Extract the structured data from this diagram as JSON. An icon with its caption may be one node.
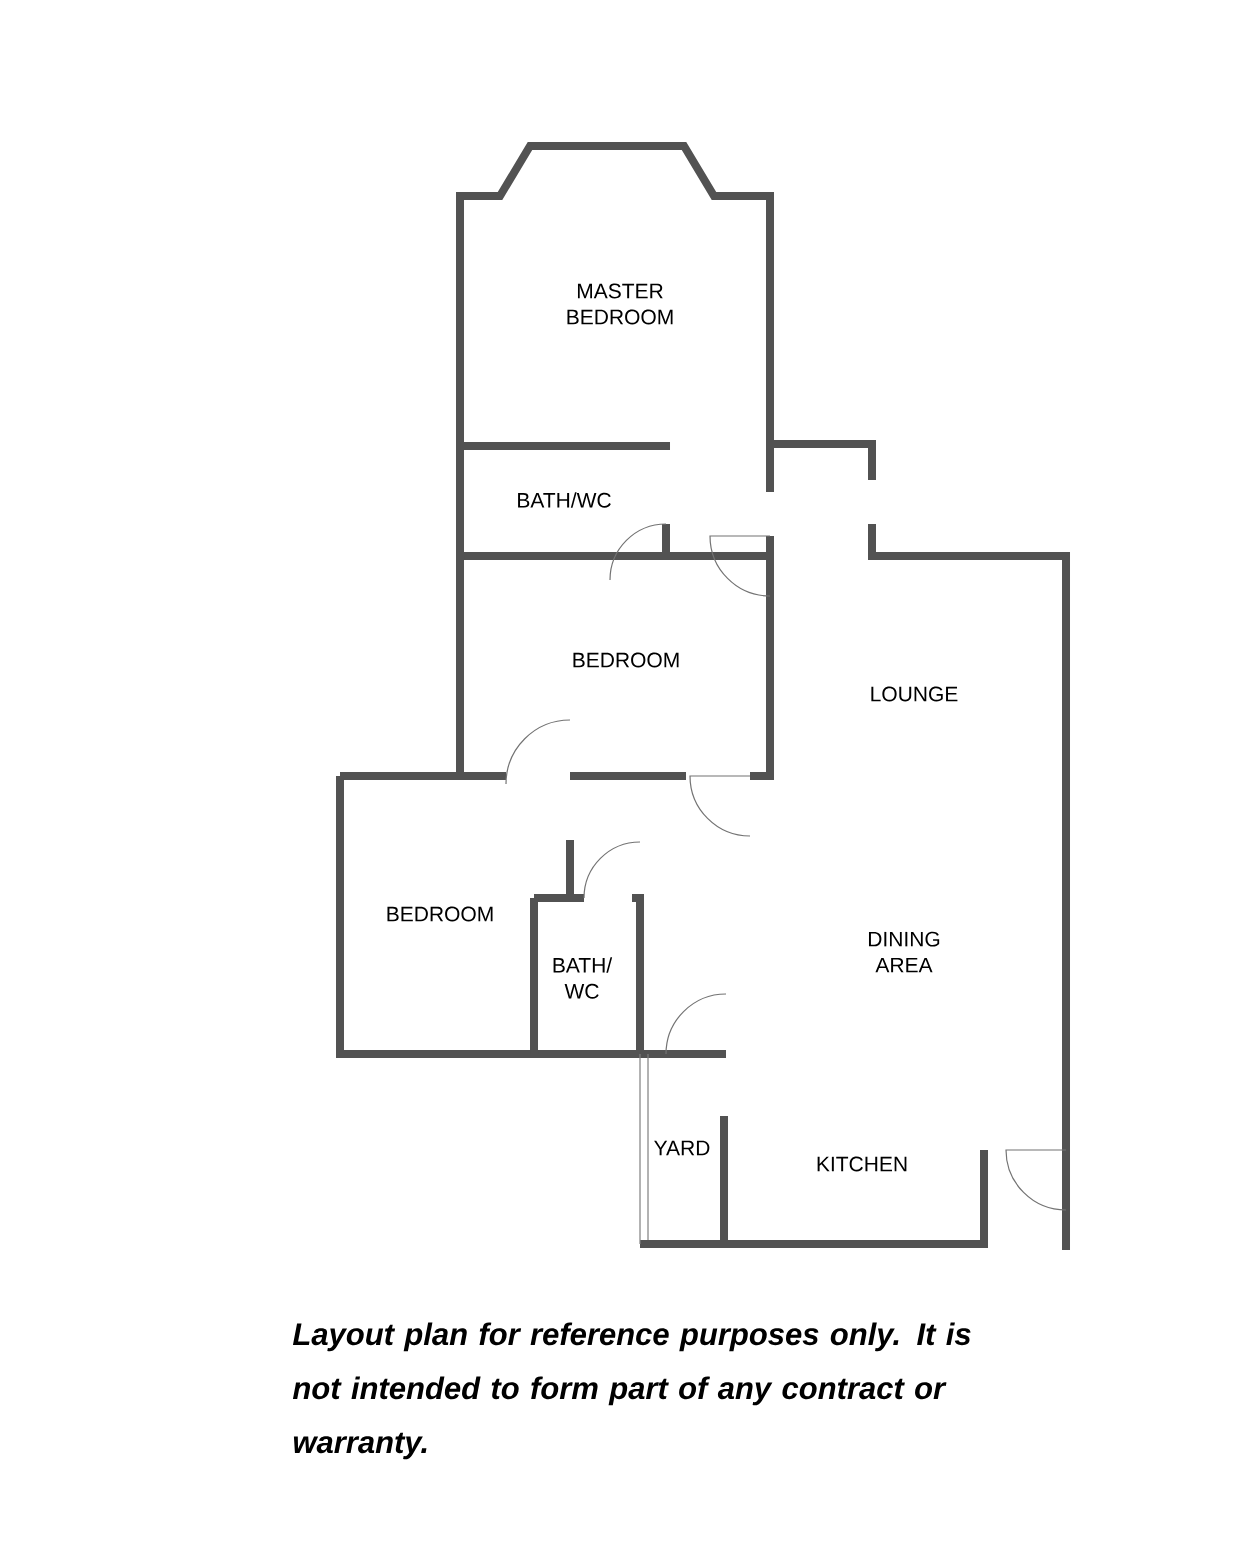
{
  "diagram": {
    "caption": "Layout plan for reference purposes only. It is not intended to form part of any contract or warranty.",
    "labels": [
      "MASTER BEDROOM",
      "BATH/WC",
      "BEDROOM",
      "LOUNGE",
      "BEDROOM",
      "DINING AREA",
      "BATH/ WC",
      "YARD",
      "KITCHEN"
    ]
  }
}
